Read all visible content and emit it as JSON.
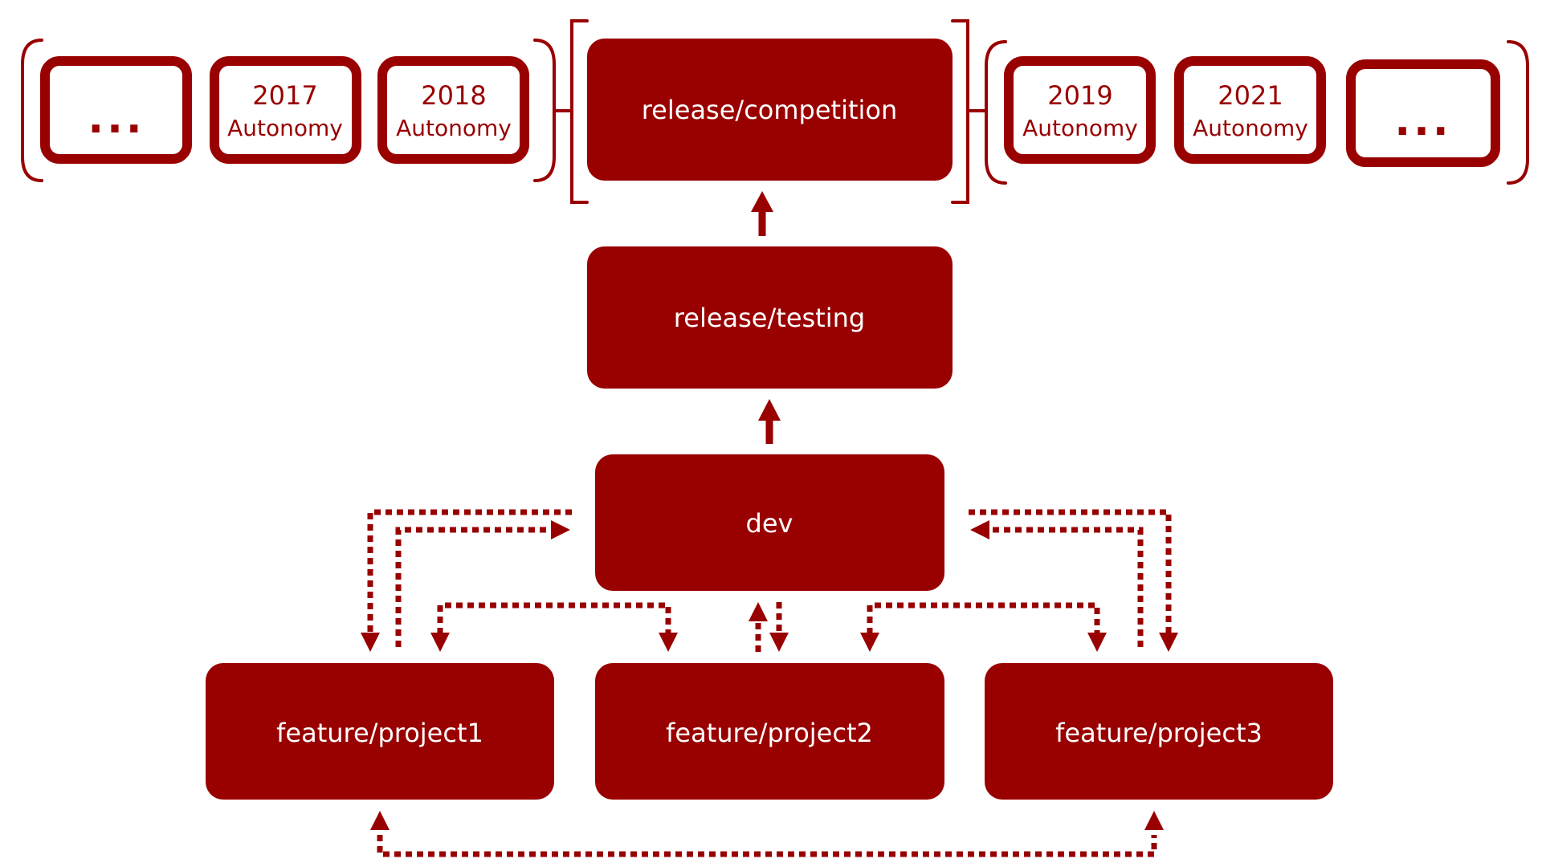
{
  "colors": {
    "accent": "#990000",
    "background": "#ffffff"
  },
  "branches": {
    "competition": "release/competition",
    "testing": "release/testing",
    "dev": "dev",
    "project1": "feature/project1",
    "project2": "feature/project2",
    "project3": "feature/project3"
  },
  "versions": [
    {
      "year": "...",
      "label": ""
    },
    {
      "year": "2017",
      "label": "Autonomy"
    },
    {
      "year": "2018",
      "label": "Autonomy"
    },
    {
      "year": "2019",
      "label": "Autonomy"
    },
    {
      "year": "2021",
      "label": "Autonomy"
    },
    {
      "year": "...",
      "label": ""
    }
  ]
}
